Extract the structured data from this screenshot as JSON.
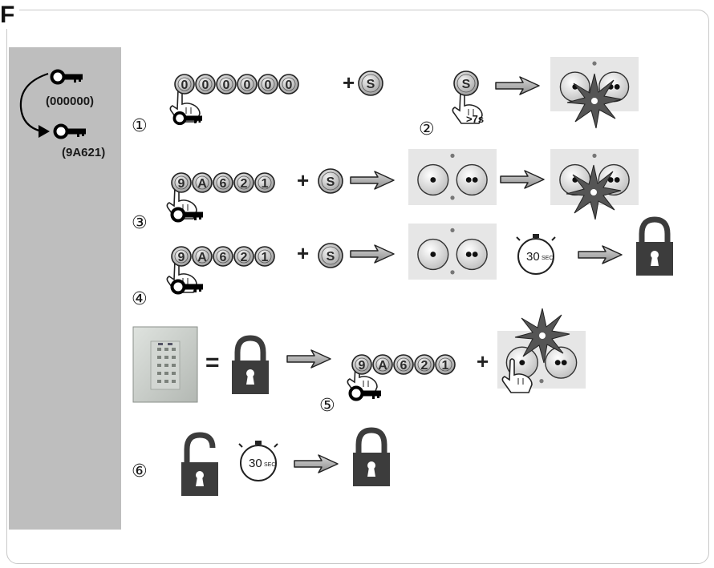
{
  "section": {
    "letter": "F"
  },
  "sidebar": {
    "code_old": "(000000)",
    "code_new": "(9A621)",
    "key_icon": "key-icon",
    "arrow_icon": "curved-arrow-icon"
  },
  "steps": [
    {
      "number": "①",
      "buttons": [
        "0",
        "0",
        "0",
        "0",
        "0",
        "0"
      ],
      "plus": "+",
      "extra": "S"
    },
    {
      "number": "②",
      "buttons": [
        "S"
      ],
      "hold": ">7s"
    },
    {
      "number": "③",
      "buttons": [
        "9",
        "A",
        "6",
        "2",
        "1"
      ],
      "plus": "+",
      "extra": "S"
    },
    {
      "number": "④",
      "buttons": [
        "9",
        "A",
        "6",
        "2",
        "1"
      ],
      "plus": "+",
      "extra": "S",
      "timer_value": "30",
      "timer_unit": "SEC"
    },
    {
      "number": "⑤",
      "equals": "=",
      "buttons": [
        "9",
        "A",
        "6",
        "2",
        "1"
      ],
      "plus": "+"
    },
    {
      "number": "⑥",
      "timer_value": "30",
      "timer_unit": "SEC"
    }
  ],
  "icons": {
    "lock": "lock-icon",
    "unlock": "unlock-icon",
    "timer": "stopwatch-icon",
    "hand": "pointing-hand-icon",
    "receiver": "receiver-panel-icon",
    "keypad": "keypad-photo-icon",
    "arrow": "right-arrow-icon"
  },
  "colors": {
    "sidebar": "#bebebe",
    "panel": "#e6e6e6",
    "lock": "#3c3c3c",
    "button_fill": "#cfcfcf"
  }
}
